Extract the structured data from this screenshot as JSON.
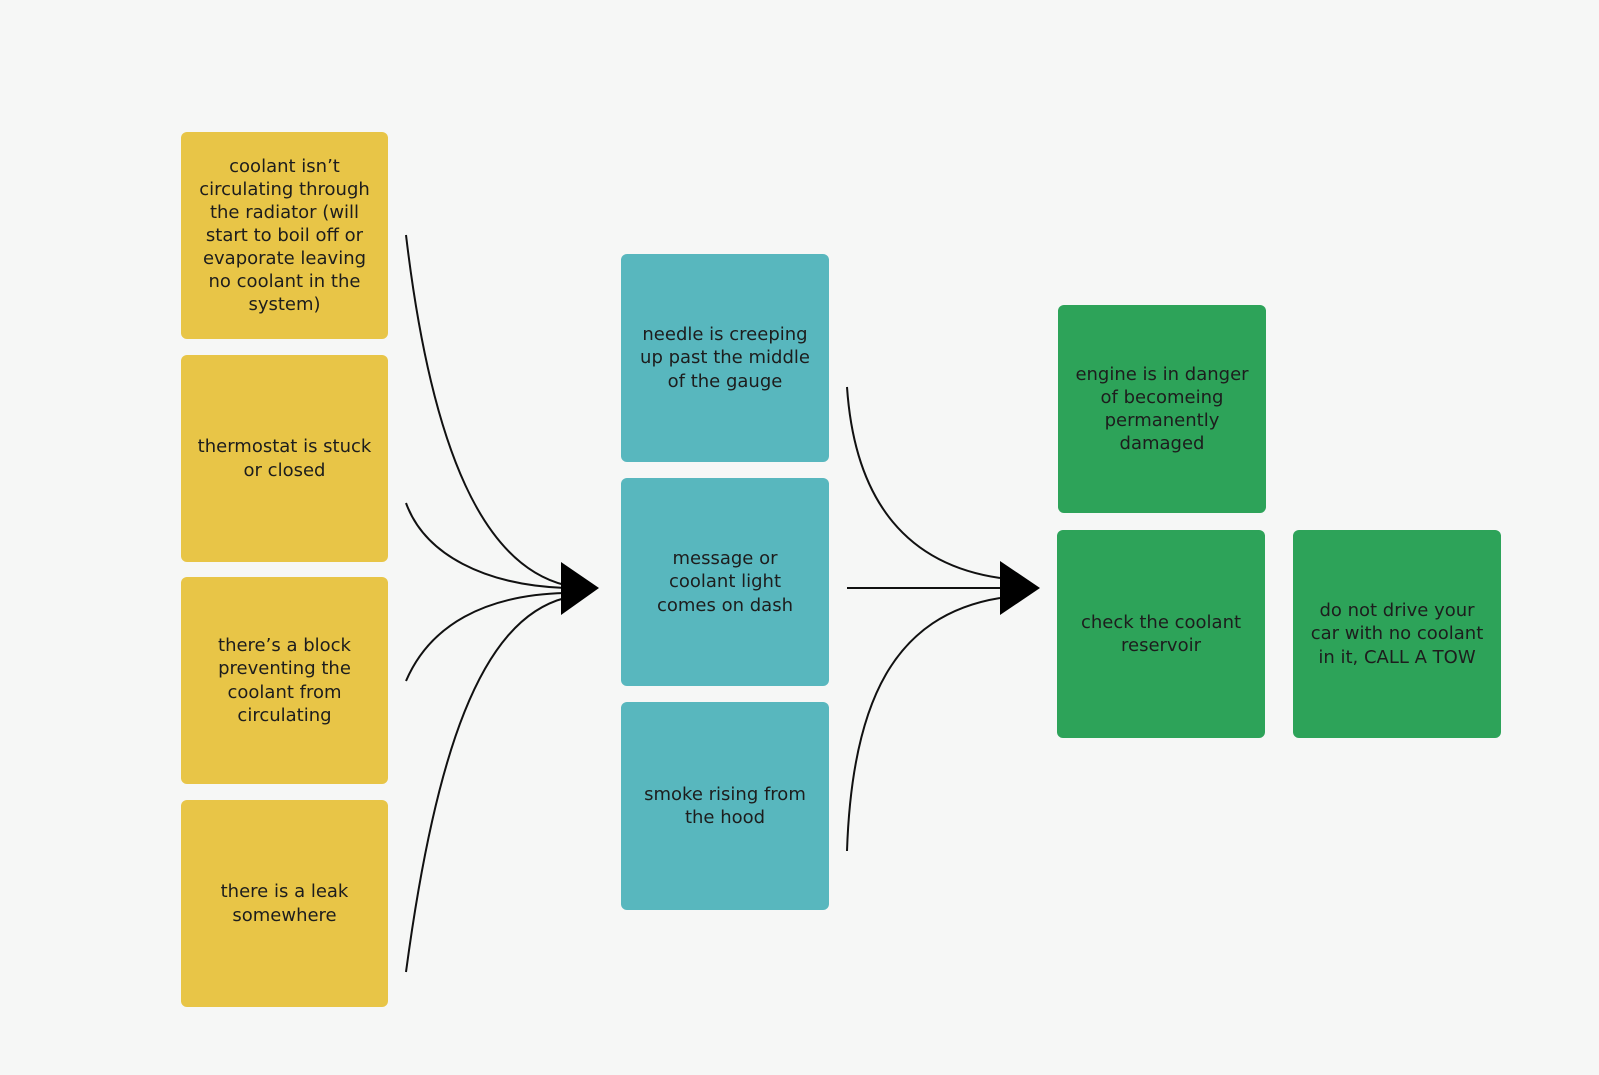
{
  "diagram": {
    "colors": {
      "background": "#f6f7f6",
      "cause_fill": "#e8c547",
      "symptom_fill": "#58b7be",
      "outcome_fill": "#2da359",
      "connector": "#111111",
      "text": "#1d1d1d"
    },
    "causes": [
      {
        "text": "coolant isn’t circulating through the radiator (will start to boil off or evaporate leaving no coolant in the system)"
      },
      {
        "text": "thermostat is stuck or closed"
      },
      {
        "text": "there’s a block preventing the coolant from circulating"
      },
      {
        "text": "there is a leak somewhere"
      }
    ],
    "symptoms": [
      {
        "text": "needle is creeping up past the middle of the gauge"
      },
      {
        "text": "message or coolant light comes on dash"
      },
      {
        "text": "smoke rising from the hood"
      }
    ],
    "outcomes": [
      {
        "text": "engine is in danger of becomeing permanently damaged"
      },
      {
        "text": "check the coolant reservoir"
      },
      {
        "text": "do not drive your car with no coolant in it, CALL A TOW"
      }
    ]
  }
}
